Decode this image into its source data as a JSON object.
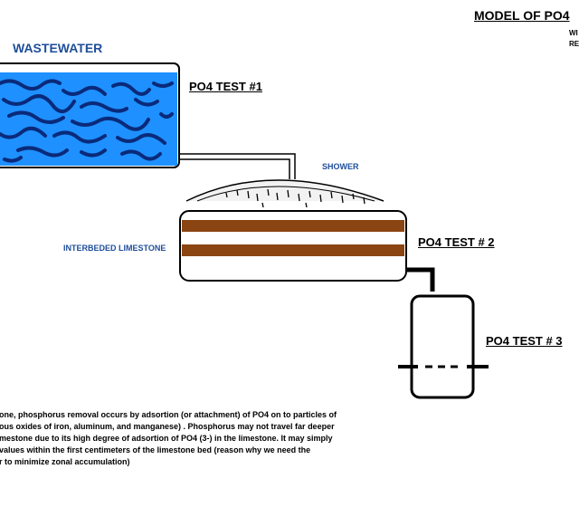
{
  "title": "MODEL OF PO4",
  "title_subtext": [
    "WI",
    "RE"
  ],
  "labels": {
    "wastewater": "WASTEWATER",
    "po4_test_1": "PO4 TEST #1",
    "shower": "SHOWER",
    "interbeded_limestone": "INTERBEDED LIMESTONE",
    "po4_test_2": "PO4 TEST # 2",
    "po4_test_3": "PO4 TEST # 3"
  },
  "description_lines": [
    "one, phosphorus removal occurs by adsortion (or attachment) of PO4 on to particles of",
    "ous oxides of iron, aluminum, and manganese)  . Phosphorus may not travel far deeper",
    "mestone due to its high degree of adsortion of PO4 (3-) in the limestone. It may simply",
    "values within the first centimeters of the limestone bed (reason why we need the",
    "r to minimize zonal accumulation)"
  ],
  "colors": {
    "water": "#1e90ff",
    "water_marks": "#0a2a7a",
    "limestone_band": "#8b4513",
    "label_blue": "#1f4e9a",
    "outline": "#000000"
  }
}
